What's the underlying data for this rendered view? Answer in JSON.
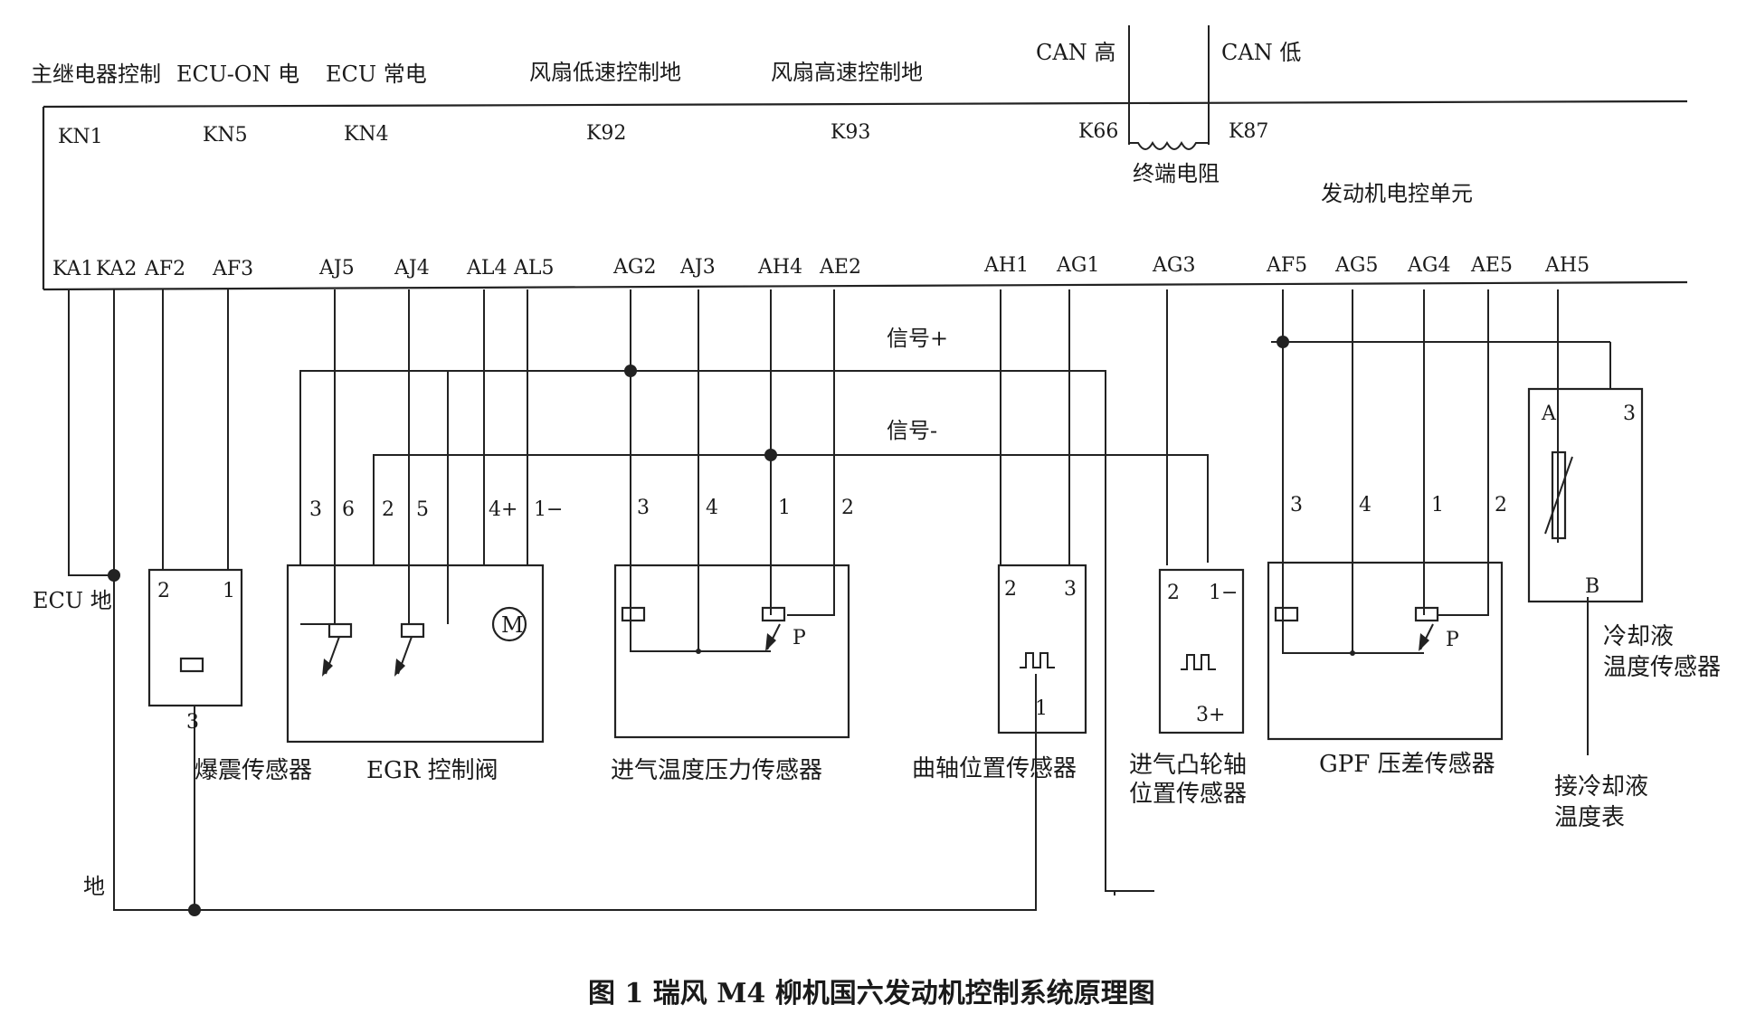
{
  "top_labels": {
    "main_relay": "主继电器控制",
    "ecu_on": "ECU-ON 电",
    "ecu_const": "ECU 常电",
    "fan_low": "风扇低速控制地",
    "fan_high": "风扇高速控制地",
    "can_high": "CAN 高",
    "can_low": "CAN 低"
  },
  "top_pins": [
    "KN1",
    "KN5",
    "KN4",
    "K92",
    "K93",
    "K66",
    "K87"
  ],
  "termination_resistor": "终端电阻",
  "ecu_unit": "发动机电控单元",
  "bottom_pins": [
    "KA1",
    "KA2",
    "AF2",
    "AF3",
    "AJ5",
    "AJ4",
    "AL4",
    "AL5",
    "AG2",
    "AJ3",
    "AH4",
    "AE2",
    "AH1",
    "AG1",
    "AG3",
    "AF5",
    "AG5",
    "AG4",
    "AE5",
    "AH5"
  ],
  "bus_labels": {
    "signal_plus": "信号+",
    "signal_minus": "信号-"
  },
  "ground_labels": {
    "ecu_ground": "ECU 地",
    "ground": "地"
  },
  "components": {
    "knock": {
      "name": "爆震传感器",
      "pins": [
        "2",
        "1",
        "3"
      ]
    },
    "egr": {
      "name": "EGR 控制阀",
      "pins": [
        "3",
        "6",
        "2",
        "5",
        "4+",
        "1−"
      ],
      "motor": "M"
    },
    "map": {
      "name": "进气温度压力传感器",
      "pins": [
        "3",
        "4",
        "1",
        "2"
      ],
      "p": "P"
    },
    "crank": {
      "name": "曲轴位置传感器",
      "pins": [
        "2",
        "3",
        "1"
      ]
    },
    "cam": {
      "name_line1": "进气凸轮轴",
      "name_line2": "位置传感器",
      "pins": [
        "2",
        "1−",
        "3+"
      ]
    },
    "gpf": {
      "name": "GPF 压差传感器",
      "pins": [
        "3",
        "4",
        "1",
        "2"
      ],
      "p": "P"
    },
    "coolant": {
      "name_line1": "冷却液",
      "name_line2": "温度传感器",
      "pins": [
        "A",
        "3",
        "B"
      ]
    },
    "gauge": {
      "name_line1": "接冷却液",
      "name_line2": "温度表"
    }
  },
  "caption": "图 1  瑞风 M4 柳机国六发动机控制系统原理图"
}
